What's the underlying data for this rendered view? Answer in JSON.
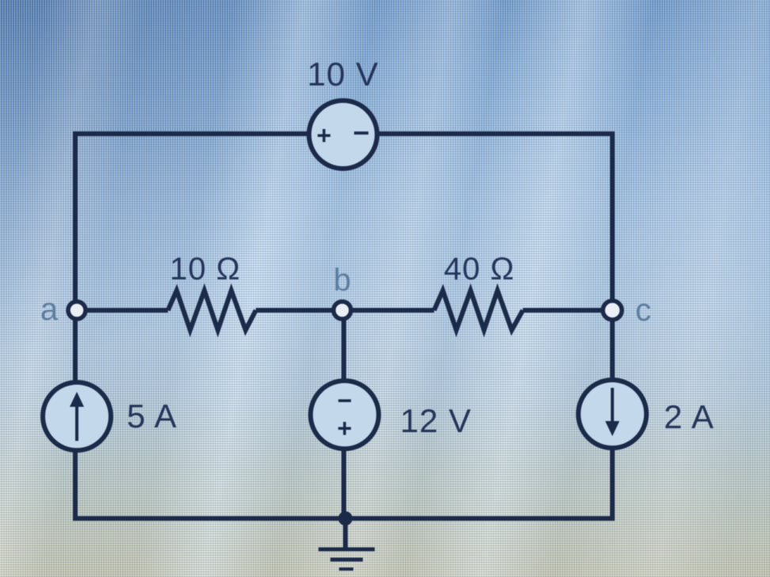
{
  "diagram": {
    "type": "electrical-circuit-schematic",
    "sources": {
      "top_voltage": {
        "value": "10 V",
        "plus": "+",
        "minus": "−",
        "kind": "voltage-source"
      },
      "left_current": {
        "value": "5 A",
        "arrow": "up-arrow",
        "kind": "current-source"
      },
      "middle_voltage": {
        "value": "12 V",
        "minus": "−",
        "plus": "+",
        "kind": "voltage-source"
      },
      "right_current": {
        "value": "2 A",
        "arrow": "down-arrow",
        "kind": "current-source"
      }
    },
    "resistors": {
      "left": {
        "value": "10 Ω"
      },
      "right": {
        "value": "40 Ω"
      }
    },
    "nodes": {
      "a": "a",
      "b": "b",
      "c": "c"
    },
    "ground": {
      "name": "earth-ground"
    }
  },
  "colors": {
    "wire": "#1c2a4a",
    "component_label": "#24345a",
    "node_label": "#5d7d9e",
    "source_fill": "#c3d8ea",
    "node_fill": "#eaf0f6"
  }
}
